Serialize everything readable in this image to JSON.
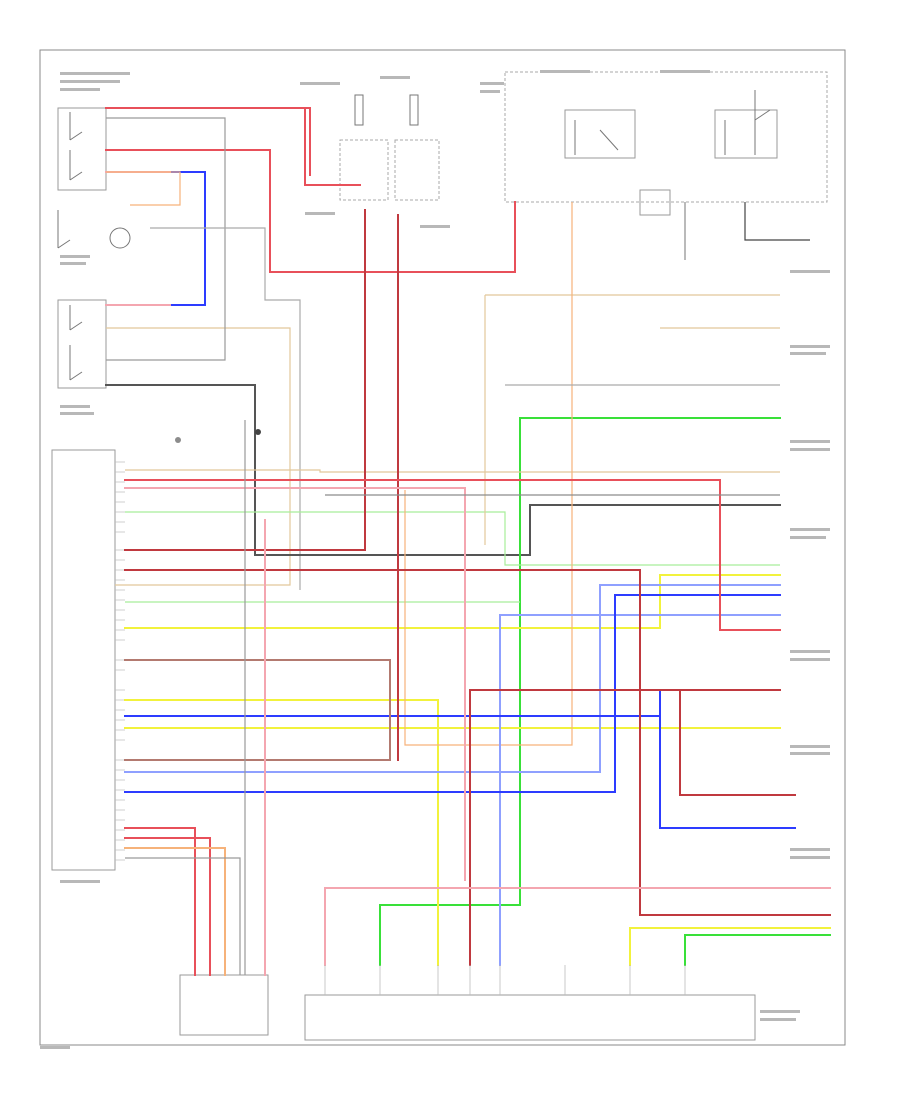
{
  "diagram": {
    "footer_code": "",
    "components": [
      {
        "id": "control_module",
        "label": ""
      },
      {
        "id": "data_link",
        "label": ""
      },
      {
        "id": "fuse_box",
        "label": ""
      },
      {
        "id": "connector_block",
        "label": ""
      },
      {
        "id": "blower_switch",
        "label": ""
      },
      {
        "id": "mode_switch",
        "label": ""
      },
      {
        "id": "right_connector",
        "label": ""
      }
    ],
    "wire_colors": {
      "red": "#e8505a",
      "pink": "#f4a6b0",
      "blue": "#2d3cff",
      "light_blue": "#8fa0ff",
      "green": "#39e039",
      "light_green": "#a8ee9a",
      "yellow": "#f2f23c",
      "orange": "#f6b27a",
      "brown": "#b37a70",
      "dark_red": "#c0393f",
      "gray": "#8c8c8c",
      "black": "#444444",
      "tan": "#e2c89b"
    }
  }
}
